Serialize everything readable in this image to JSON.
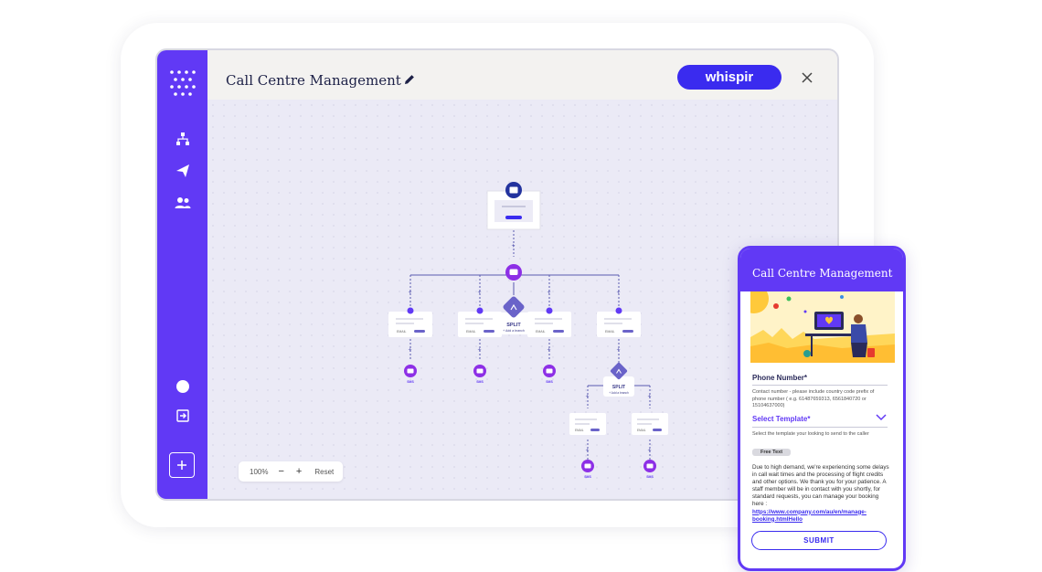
{
  "app": {
    "title": "Call Centre Management",
    "brand": "whispir"
  },
  "flow": {
    "split_label": "SPLIT",
    "split_sub": "+ Add a branch",
    "sms_label": "SMS",
    "card_label": "EMAIL"
  },
  "zoom": {
    "level": "100%",
    "minus": "−",
    "plus": "+",
    "reset": "Reset"
  },
  "phone": {
    "title": "Call Centre Management",
    "phone_label": "Phone Number*",
    "phone_help": "Contact number - please include country code prefix of phone number ( e.g. 61487659313, 6561840720 or 15104637000)",
    "template_label": "Select Template*",
    "template_help": "Select the template your looking to send to the caller",
    "tag": "Free Text",
    "message": "Due to high demand, we're experiencing some delays in call wait times and the processing of flight credits and other options. We thank you for your patience. A staff member will be in contact with you shortly, for standard requests, you can manage your booking here :",
    "link": "https://www.company.com/au/en/manage-booking.htmlHello",
    "submit": "SUBMIT"
  },
  "colors": {
    "primary": "#6139f5",
    "brand_button": "#3a2bef",
    "node_purple": "#8d2fe6",
    "node_blue": "#23339e"
  }
}
